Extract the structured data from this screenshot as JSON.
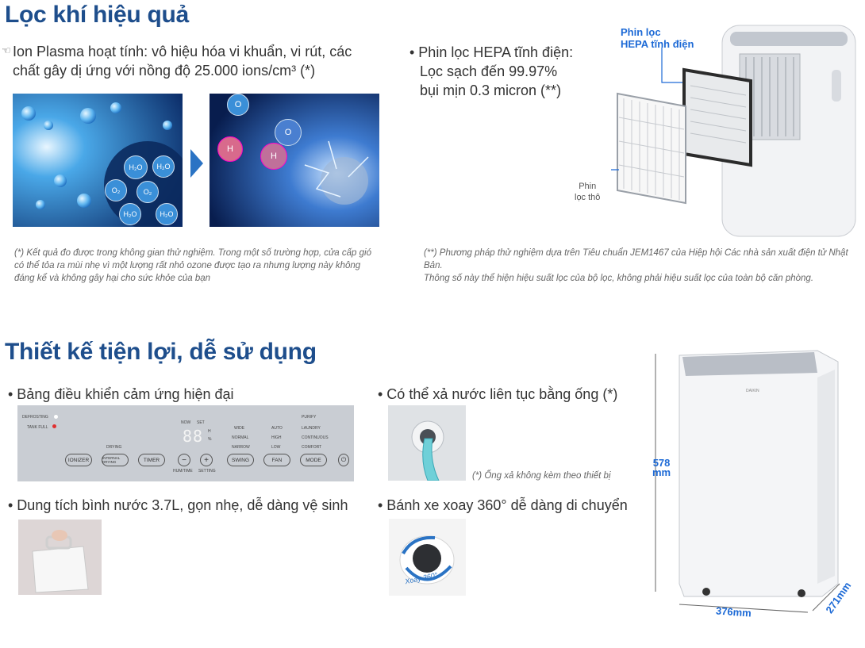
{
  "section1": {
    "title": "Lọc khí hiệu quả",
    "bullet_ion_line1": "Ion Plasma hoạt tính: vô hiệu hóa vi khuẩn, vi rút, các",
    "bullet_ion_line2": "chất gây dị ứng với nồng độ 25.000 ions/cm³ (*)",
    "bullet_hepa_line1": "• Phin lọc HEPA tĩnh điện:",
    "bullet_hepa_line2": "Lọc sạch đến 99.97%",
    "bullet_hepa_line3": "bụi mịn 0.3 micron (**)",
    "molecules": {
      "h2o": "H₂O",
      "o2": "O₂",
      "o": "O",
      "h": "H"
    },
    "label_hepa_line1": "Phin lọc",
    "label_hepa_line2": "HEPA tĩnh điện",
    "label_coarse_line1": "Phin",
    "label_coarse_line2": "lọc thô",
    "note_ion": "(*) Kết quả đo được trong không gian thử nghiệm. Trong một số trường hợp, cửa cấp gió có thể tỏa ra mùi nhẹ vì một lượng rất nhỏ ozone được tạo ra nhưng lượng này không đáng kể và không gây hại cho sức khỏe của bạn",
    "note_hepa_line1": "(**) Phương pháp thử nghiệm dựa trên Tiêu chuẩn JEM1467 của Hiệp hội Các nhà sản xuất điện tử Nhật Bản.",
    "note_hepa_line2": "Thông số này thể hiện hiệu suất lọc của bộ lọc, không phải hiệu suất lọc của toàn bộ căn phòng."
  },
  "section2": {
    "title": "Thiết kế tiện lợi, dễ sử dụng",
    "bullet_panel": "• Bảng điều khiển cảm ứng hiện đại",
    "bullet_drain": "• Có thể xả nước liên tục bằng ống (*)",
    "note_drain": "(*) Ống xả không kèm theo thiết bị",
    "bullet_tank": "• Dung tích bình nước 3.7L, gọn nhẹ, dễ dàng vệ sinh",
    "bullet_wheel": "• Bánh xe xoay 360° dễ dàng di chuyển",
    "wheel_label": "Xoay 360°",
    "brand": "DAIKIN",
    "dim_height_value": "578",
    "dim_height_unit": "mm",
    "dim_width": "376mm",
    "dim_depth": "271mm"
  },
  "panel": {
    "defrosting": "DEFROSTING",
    "tank_full": "TANK FULL",
    "drying": "DRYING",
    "now": "NOW",
    "set": "SET",
    "display": "88",
    "h": "H",
    "pct": "%",
    "wide": "WIDE",
    "normal": "NORMAL",
    "narrow": "NARROW",
    "auto": "AUTO",
    "high": "HIGH",
    "low": "LOW",
    "mode_laundry": "LAUNDRY",
    "mode_continuous": "CONTINUOUS",
    "mode_comfort": "COMFORT",
    "mode_purify": "PURIFY",
    "btn_ionizer": "IONIZER",
    "btn_internal": "INTERNAL DRYING",
    "btn_timer": "TIMER",
    "btn_minus": "−",
    "btn_plus": "+",
    "btn_swing": "SWING",
    "btn_fan": "FAN",
    "btn_mode": "MODE",
    "btn_power": "⏻",
    "hum_time": "HUM/TIME",
    "setting": "SETTING"
  },
  "colors": {
    "title_blue": "#1e4e8c",
    "accent_blue": "#1d6ad6",
    "indicator_red": "#e03030"
  }
}
